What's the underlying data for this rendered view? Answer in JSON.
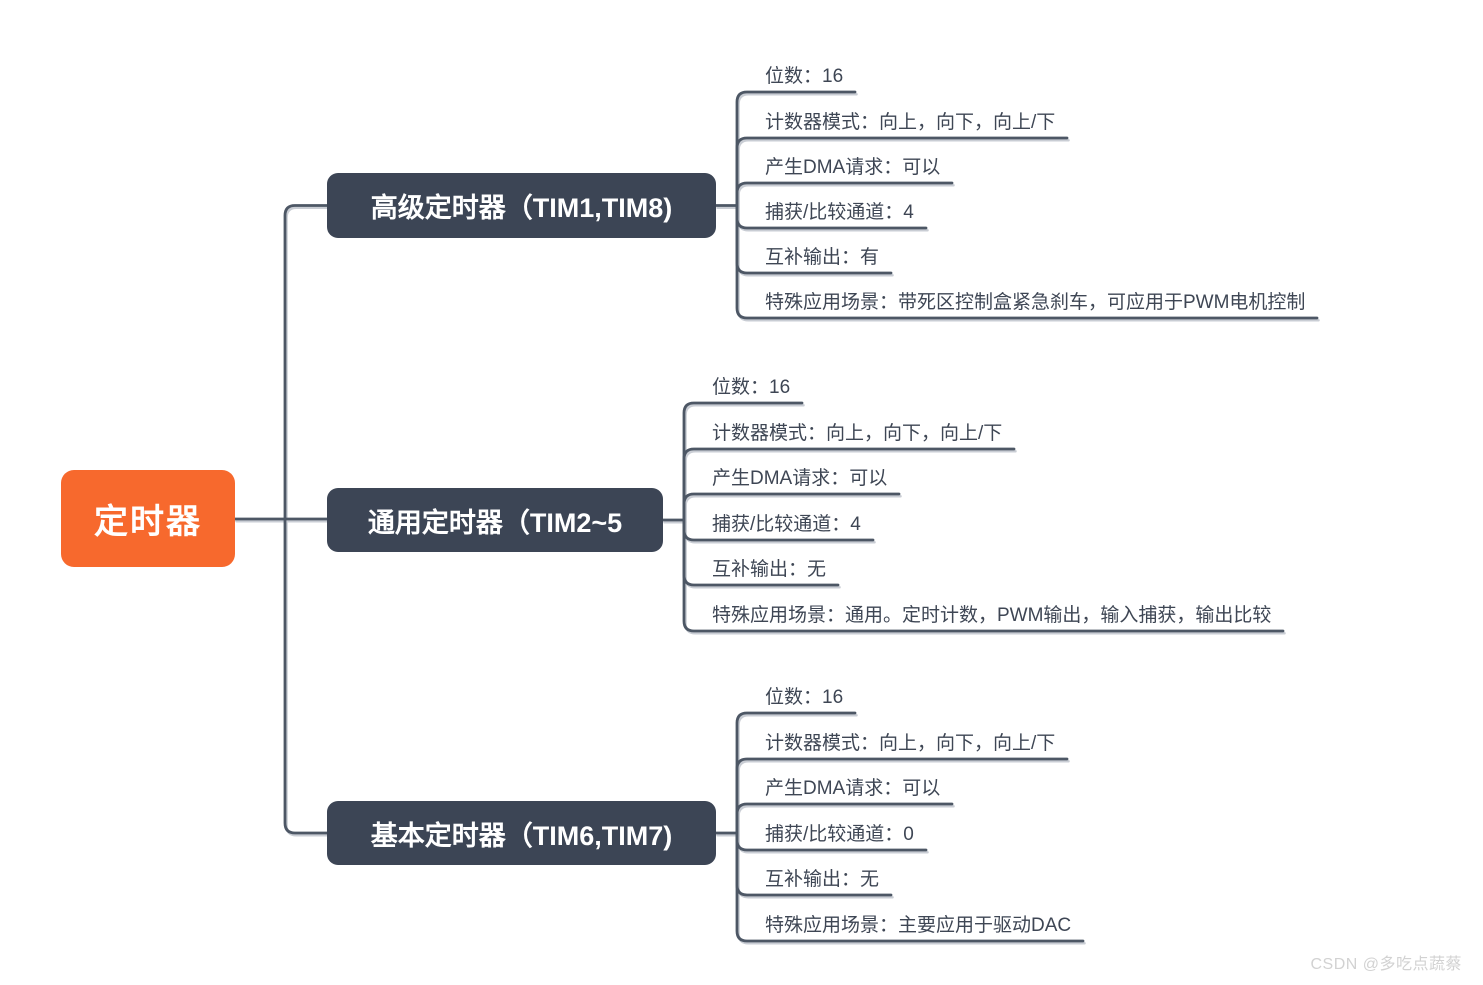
{
  "root": {
    "label": "定时器"
  },
  "branches": [
    {
      "label": "高级定时器（TIM1,TIM8)",
      "leaves": [
        "位数：16",
        "计数器模式：向上，向下，向上/下",
        "产生DMA请求：可以",
        "捕获/比较通道：4",
        "互补输出：有",
        "特殊应用场景：带死区控制盒紧急刹车，可应用于PWM电机控制"
      ]
    },
    {
      "label": "通用定时器（TIM2~5",
      "leaves": [
        "位数：16",
        "计数器模式：向上，向下，向上/下",
        "产生DMA请求：可以",
        "捕获/比较通道：4",
        "互补输出：无",
        "特殊应用场景：通用。定时计数，PWM输出，输入捕获，输出比较"
      ]
    },
    {
      "label": "基本定时器（TIM6,TIM7)",
      "leaves": [
        "位数：16",
        "计数器模式：向上，向下，向上/下",
        "产生DMA请求：可以",
        "捕获/比较通道：0",
        "互补输出：无",
        "特殊应用场景：主要应用于驱动DAC"
      ]
    }
  ],
  "watermark": "CSDN @多吃点蔬蔡",
  "colors": {
    "root_bg": "#f7692d",
    "branch_bg": "#3c4555",
    "node_text": "#ffffff",
    "connector": "#4d5765",
    "leaf_text": "#3e4654",
    "watermark": "#d2d2d2"
  }
}
